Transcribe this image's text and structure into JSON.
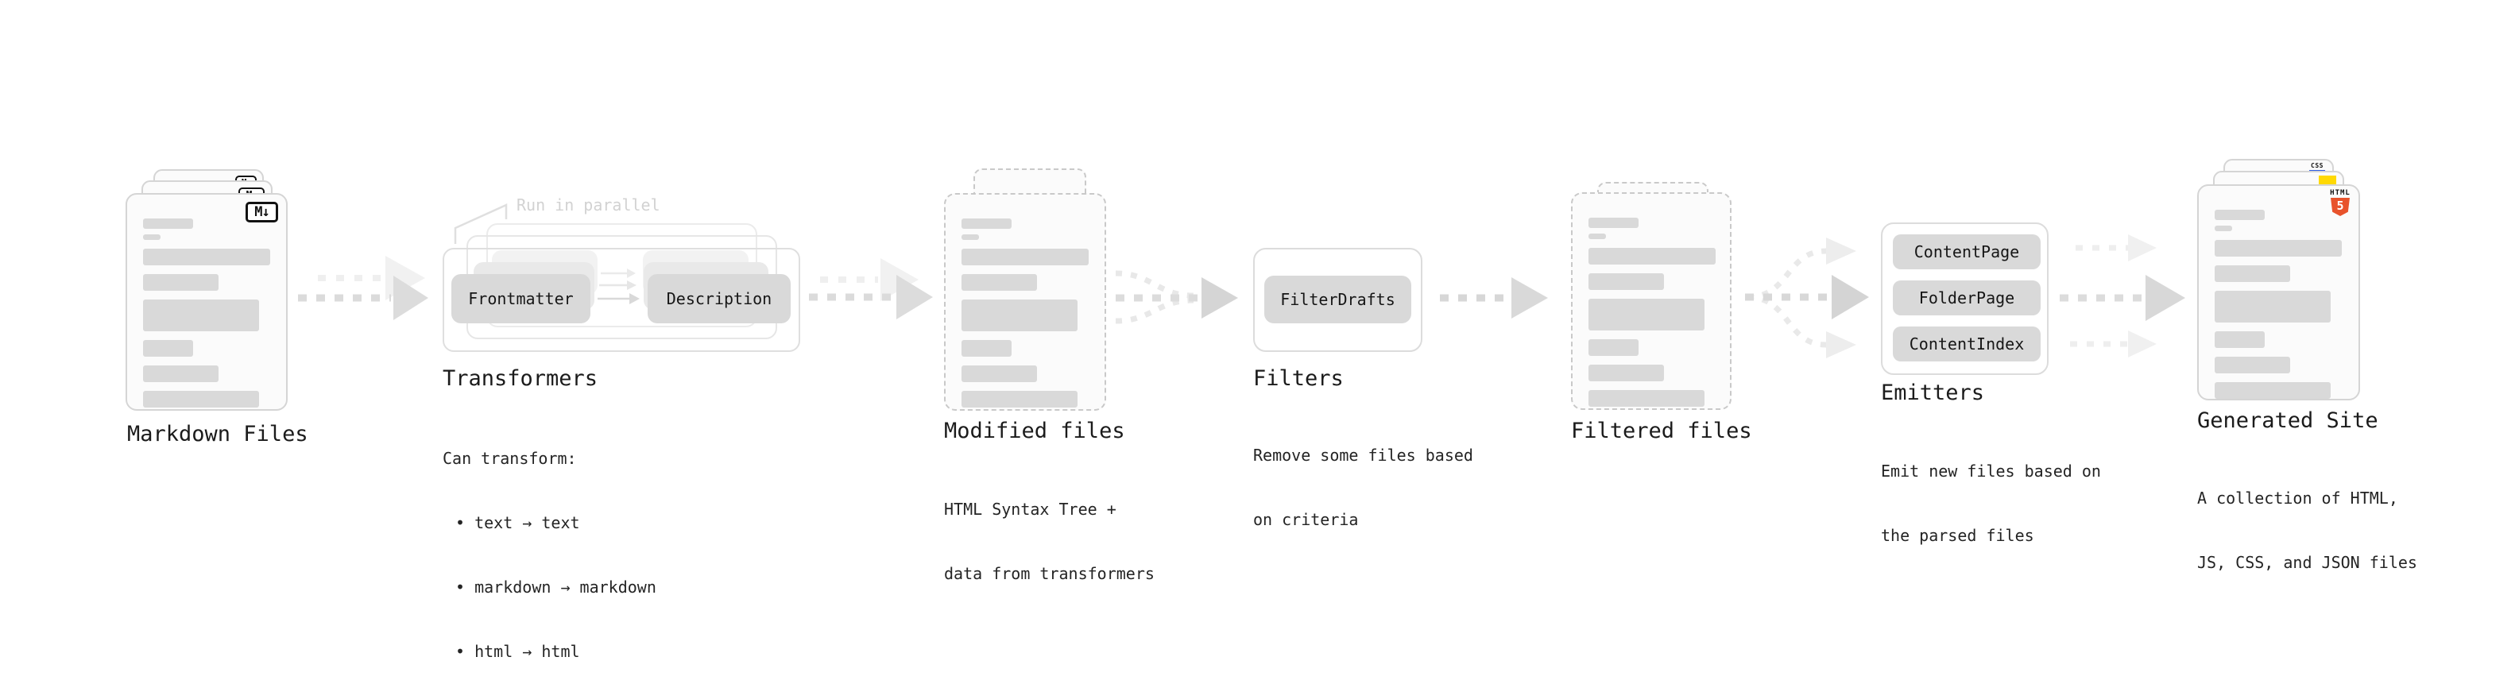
{
  "diagram": {
    "markdown_files": {
      "label": "Markdown Files",
      "icon_text": "M↓"
    },
    "transformers": {
      "label": "Transformers",
      "note": "Run in parallel",
      "source_box": "Frontmatter",
      "target_box": "Description",
      "desc_lines": [
        "Can transform:",
        "• text → text",
        "• markdown → markdown",
        "• html → html"
      ]
    },
    "modified_files": {
      "label": "Modified files",
      "desc_lines": [
        "HTML Syntax Tree +",
        "data from transformers"
      ]
    },
    "filters": {
      "label": "Filters",
      "button": "FilterDrafts",
      "desc_lines": [
        "Remove some files based",
        "on criteria"
      ]
    },
    "filtered_files": {
      "label": "Filtered files"
    },
    "emitters": {
      "label": "Emitters",
      "buttons": [
        "ContentPage",
        "FolderPage",
        "ContentIndex"
      ],
      "desc_lines": [
        "Emit new files based on",
        "the parsed files"
      ]
    },
    "generated_site": {
      "label": "Generated Site",
      "desc_lines": [
        "A collection of HTML,",
        "JS, CSS, and JSON files"
      ],
      "html_icon_label": "HTML",
      "html_icon_number": "5",
      "css_icon_label": "CSS"
    },
    "colors": {
      "html5_orange": "#e8532c",
      "js_yellow": "#ffd903",
      "css_blue": "#2d5be3",
      "card_border": "#d5d5d5",
      "bar_gray": "#d9d9d9",
      "arrow_gray": "#dcdcdc"
    }
  }
}
